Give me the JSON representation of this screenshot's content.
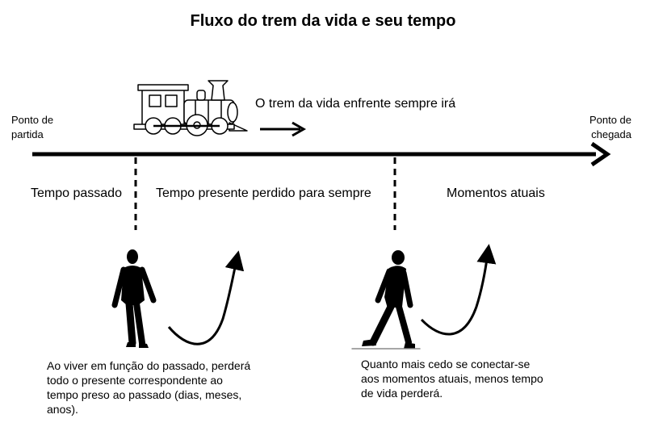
{
  "title": "Fluxo do trem da vida e seu tempo",
  "timeline": {
    "start_label": "Ponto de\npartida",
    "end_label": "Ponto de\nchegada",
    "train_caption": "O trem da vida enfrente sempre irá"
  },
  "periods": {
    "past": "Tempo passado",
    "lost_present": "Tempo presente perdido para sempre",
    "current_moments": "Momentos atuais"
  },
  "notes": {
    "left": "Ao viver em função do passado, perderá todo o presente correspondente  ao tempo preso ao passado (dias, meses, anos).",
    "right": "Quanto mais cedo se conectar-se aos momentos atuais, menos tempo de vida  perderá."
  },
  "icons": [
    "train-icon",
    "arrow-right-icon",
    "person-standing-icon",
    "person-walking-icon",
    "curved-arrow-icon"
  ],
  "colors": {
    "ink": "#000000",
    "background": "#ffffff"
  }
}
